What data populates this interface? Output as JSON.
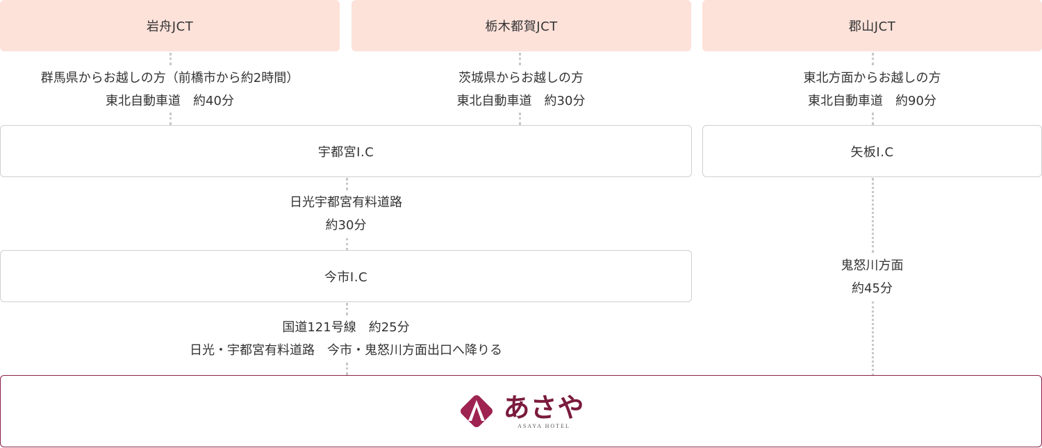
{
  "jct": {
    "iwafune": "岩舟JCT",
    "tochigitsuga": "栃木都賀JCT",
    "koriyama": "郡山JCT"
  },
  "routes": {
    "gunma": {
      "line1": "群馬県からお越しの方（前橋市から約2時間）",
      "line2": "東北自動車道　約40分"
    },
    "ibaraki": {
      "line1": "茨城県からお越しの方",
      "line2": "東北自動車道　約30分"
    },
    "tohoku": {
      "line1": "東北方面からお越しの方",
      "line2": "東北自動車道　約90分"
    },
    "nikko_toll": {
      "line1": "日光宇都宮有料道路",
      "line2": "約30分"
    },
    "kinugawa": {
      "line1": "鬼怒川方面",
      "line2": "約45分"
    },
    "route121": {
      "line1": "国道121号線　約25分",
      "line2": "日光・宇都宮有料道路　今市・鬼怒川方面出口へ降りる"
    }
  },
  "ic": {
    "utsunomiya": "宇都宮I.C",
    "yaita": "矢板I.C",
    "imaichi": "今市I.C"
  },
  "hotel": {
    "logo_jp": "あさや",
    "logo_en": "ASAYA HOTEL",
    "accent": "#7a1a3c"
  },
  "colors": {
    "jct_bg": "#fde2da",
    "hotel_border": "#8a1f4a"
  }
}
